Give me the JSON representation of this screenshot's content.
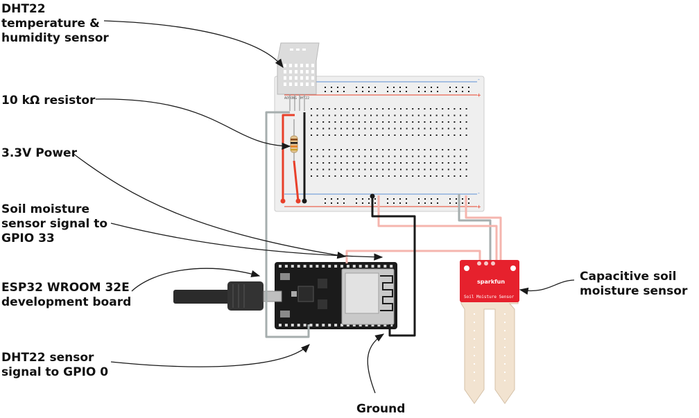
{
  "labels": {
    "dht22": "DHT22\ntemperature &\nhumidity sensor",
    "resistor": "10 kΩ resistor",
    "power": "3.3V Power",
    "soil_signal": "Soil moisture\nsensor signal to\nGPIO 33",
    "esp32": "ESP32 WROOM 32E\ndevelopment board",
    "dht_signal": "DHT22 sensor\nsignal to GPIO 0",
    "ground": "Ground",
    "capacitive": "Capacitive soil\nmoisture sensor"
  },
  "components": {
    "dht_marking": "AOSONG DHT22",
    "soil_brand": "sparkfun",
    "soil_name": "Soil Moisture Sensor"
  },
  "colors": {
    "power_wire": "#e8402a",
    "ground_wire": "#1a1a1a",
    "signal_wire": "#a6aeae",
    "soil_power_wire": "#f5b5ae",
    "soil_board": "#e6212d",
    "breadboard": "#efefef",
    "esp_board": "#1b1b1b"
  }
}
